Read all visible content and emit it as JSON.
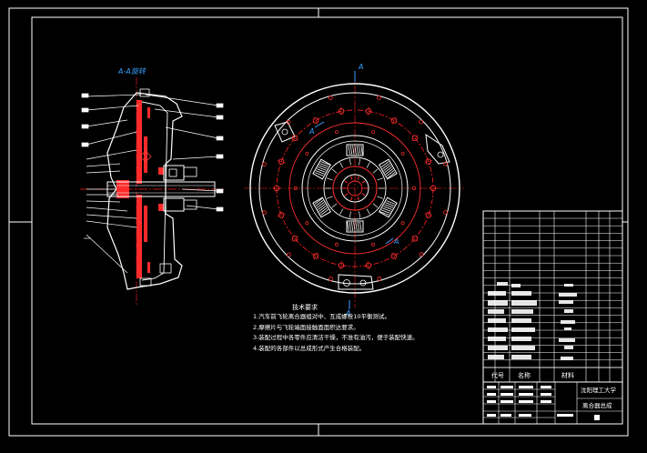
{
  "drawing": {
    "section_title": "A-A旋转",
    "section_marks": [
      "A",
      "A",
      "A",
      "A"
    ],
    "colors": {
      "background": "#000000",
      "linework": "#ffffff",
      "section_fill": "#ff2b2b",
      "centerline": "#ff2020",
      "section_label": "#3aa0ff"
    }
  },
  "technical_notes": {
    "title": "技术要求",
    "items": [
      "1.汽车前飞轮离合器组对中、互成螺栓10平衡测试。",
      "2.摩擦片与飞轮端面接触面面积达要求。",
      "3.装配过程中各零件应清洁干燥，不准有油污，便于装配快速。",
      "4.装配的各部件以总成形式产生合格装配。"
    ]
  },
  "title_block": {
    "header_code": "代号",
    "header_name": "名称",
    "header_material": "材料",
    "school": "沈阳理工大学",
    "drawing_name": "离合器总成"
  }
}
